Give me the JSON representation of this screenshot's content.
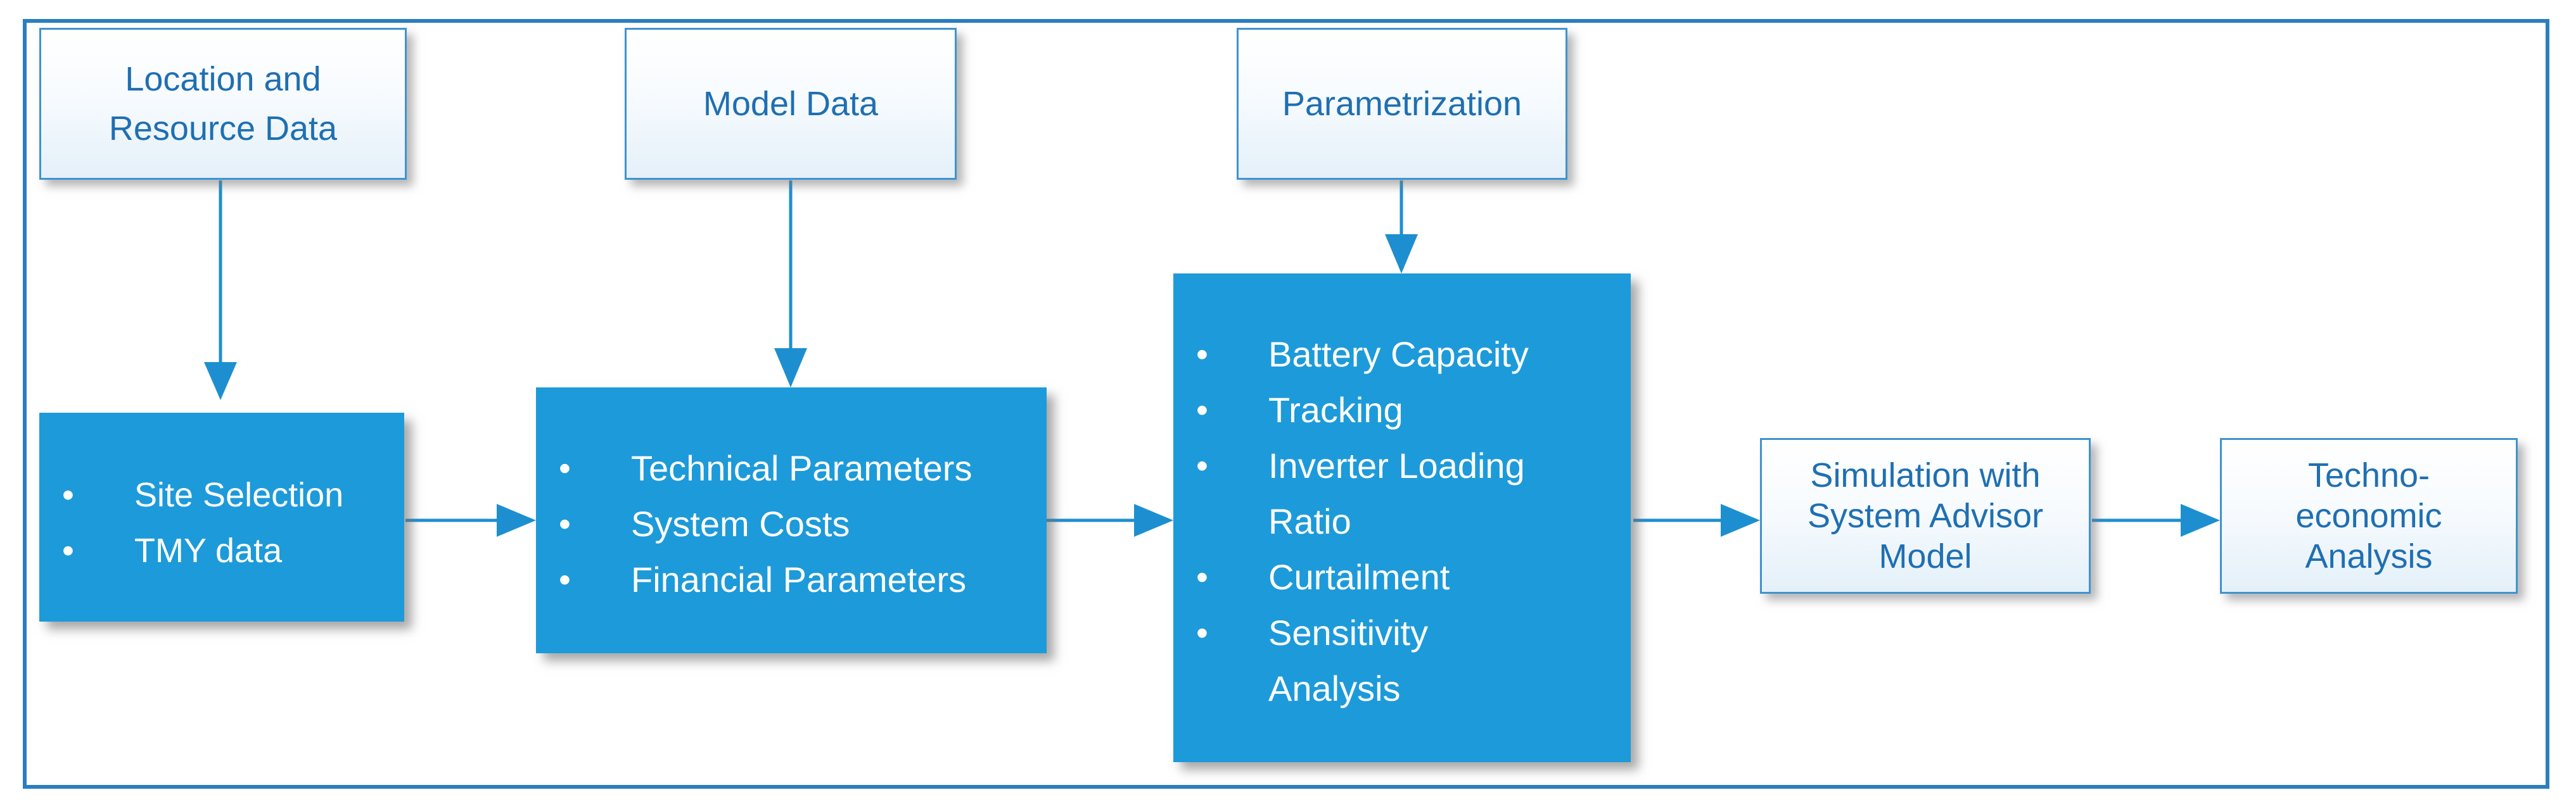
{
  "colors": {
    "frame": "#2a7ec0",
    "box_fill": "#1d9ad9",
    "box_text": "#ffffff",
    "light_text": "#1f6fb2",
    "arrow": "#1d8fd0"
  },
  "inputs": {
    "location": {
      "line1": "Location and",
      "line2": "Resource Data"
    },
    "model_data": {
      "label": "Model Data"
    },
    "parametrization": {
      "label": "Parametrization"
    }
  },
  "steps": {
    "site": {
      "items": [
        "Site Selection",
        "TMY data"
      ]
    },
    "model": {
      "items": [
        "Technical Parameters",
        "System Costs",
        "Financial Parameters"
      ]
    },
    "param": {
      "items": [
        "Battery Capacity",
        "Tracking",
        "Inverter Loading",
        "Curtailment",
        "Sensitivity"
      ],
      "continuations": [
        "Ratio",
        "Analysis"
      ]
    }
  },
  "outputs": {
    "simulation": {
      "line1": "Simulation with",
      "line2": "System Advisor",
      "line3": "Model"
    },
    "techno": {
      "line1": "Techno-",
      "line2": "economic",
      "line3": "Analysis"
    }
  }
}
